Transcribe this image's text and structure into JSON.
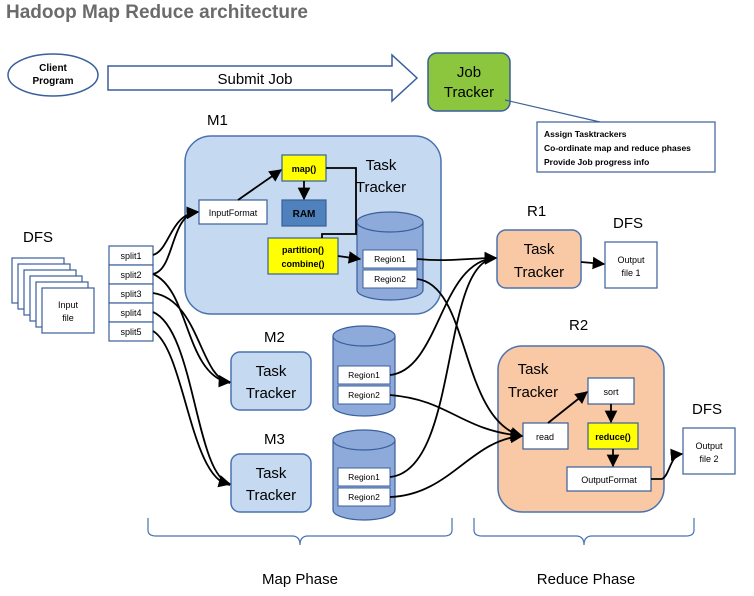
{
  "title": "Hadoop Map Reduce architecture",
  "client": "Client Program",
  "submit_job": "Submit Job",
  "job_tracker": "Job Tracker",
  "job_notes": [
    "Assign Tasktrackers",
    "Co-ordinate map and reduce phases",
    "Provide Job progress info"
  ],
  "dfs_input": "DFS",
  "input_file": "Input file",
  "splits": [
    "split1",
    "split2",
    "split3",
    "split4",
    "split5"
  ],
  "m1": {
    "label": "M1",
    "tracker": "Task Tracker",
    "input_format": "InputFormat",
    "map": "map()",
    "ram": "RAM",
    "partition": "partition()",
    "combine": "combine()",
    "regions": [
      "Region1",
      "Region2"
    ]
  },
  "m2": {
    "label": "M2",
    "tracker": "Task Tracker",
    "regions": [
      "Region1",
      "Region2"
    ]
  },
  "m3": {
    "label": "M3",
    "tracker": "Task Tracker",
    "regions": [
      "Region1",
      "Region2"
    ]
  },
  "r1": {
    "label": "R1",
    "tracker": "Task Tracker",
    "dfs": "DFS",
    "output": "Output file 1"
  },
  "r2": {
    "label": "R2",
    "tracker": "Task Tracker",
    "read": "read",
    "sort": "sort",
    "reduce": "reduce()",
    "output_format": "OutputFormat",
    "dfs": "DFS",
    "output": "Output file 2"
  },
  "map_phase": "Map Phase",
  "reduce_phase": "Reduce Phase",
  "colors": {
    "map_area": "#c5d9f1",
    "map_border": "#4a72b0",
    "tracker_fill": "#c5d9f1",
    "reduce_fill": "#f9c8a4",
    "job_tracker_fill": "#8cc63f",
    "highlight": "#ffff00",
    "ram_fill": "#4f81bd",
    "cylinder_fill": "#8eaadb"
  }
}
